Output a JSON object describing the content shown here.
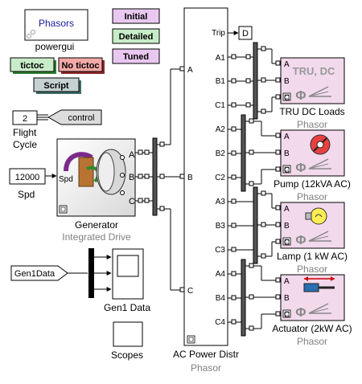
{
  "powergui": {
    "label": "Phasors",
    "caption": "powergui"
  },
  "buttons": {
    "initial": "Initial",
    "detailed": "Detailed",
    "tuned": "Tuned",
    "tictoc": "tictoc",
    "no_tictoc": "No tictoc",
    "script": "Script"
  },
  "flight_cycle": {
    "value": "2",
    "caption_line1": "Flight",
    "caption_line2": "Cycle",
    "goto_tag": "control"
  },
  "speed": {
    "value": "12000",
    "caption": "Spd"
  },
  "generator": {
    "caption": "Generator",
    "subcaption": "Integrated Drive",
    "in_port": "Spd",
    "ports": [
      "A",
      "B",
      "C"
    ]
  },
  "gen1_data": {
    "from_tag": "Gen1Data",
    "scope_caption": "Gen1 Data"
  },
  "scopes": {
    "caption": "Scopes"
  },
  "distribution": {
    "caption": "AC Power Distr",
    "subcaption": "Phasor",
    "in_ports": [
      "A",
      "B",
      "C"
    ],
    "out_ports": [
      "Trip",
      "A1",
      "B1",
      "C1",
      "A2",
      "B2",
      "C2",
      "A3",
      "B3",
      "C3",
      "A4",
      "B4",
      "C4"
    ],
    "trip_tag": "D"
  },
  "loads": [
    {
      "title": "TRU, DC",
      "caption": "TRU DC Loads",
      "subcaption": "Phasor",
      "ports": [
        "A",
        "B",
        "C"
      ],
      "icon": "rectifier-icon"
    },
    {
      "title": "",
      "caption": "Pump (12kVA AC)",
      "subcaption": "Phasor",
      "ports": [
        "A",
        "B",
        "C"
      ],
      "icon": "pump-icon"
    },
    {
      "title": "",
      "caption": "Lamp (1 kW AC)",
      "subcaption": "Phasor",
      "ports": [
        "A",
        "B",
        "C"
      ],
      "icon": "lamp-icon"
    },
    {
      "title": "",
      "caption": "Actuator (2kW AC)",
      "subcaption": "Phasor",
      "ports": [
        "A",
        "B",
        "C"
      ],
      "icon": "actuator-icon"
    }
  ],
  "colors": {
    "magenta_button": "#e8c8f0",
    "green_button": "#c8ecc8",
    "dark_green": "#2e7d32",
    "salmon": "#f4a9a9",
    "teal": "#3d9b8e",
    "load_fill": "#f2d9ec",
    "gray_caption": "#808080"
  }
}
